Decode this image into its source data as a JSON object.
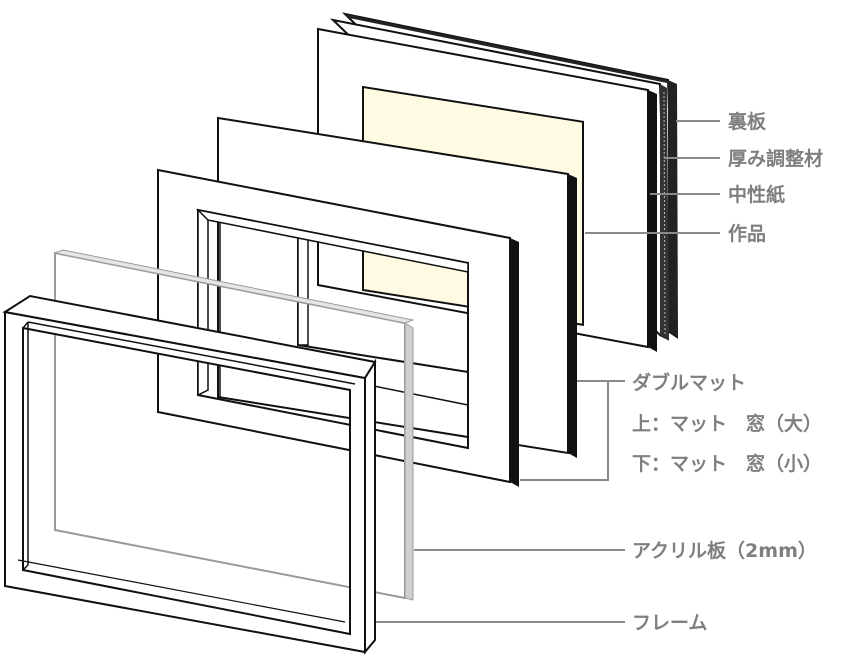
{
  "labels": {
    "back_board": "裏板",
    "thickness_adjuster": "厚み調整材",
    "neutral_paper": "中性紙",
    "artwork": "作品",
    "double_mat": "ダブルマット",
    "upper_mat": "上：マット　窓（大）",
    "lower_mat": "下：マット　窓（小）",
    "acrylic_board": "アクリル板（2mm）",
    "frame": "フレーム"
  },
  "colors": {
    "artwork_fill": "#fffbe2",
    "label_text": "#7f7f7f",
    "outline": "#111111",
    "leader_line": "#8a8a8a",
    "acrylic_edge": "#9a9a9a"
  }
}
